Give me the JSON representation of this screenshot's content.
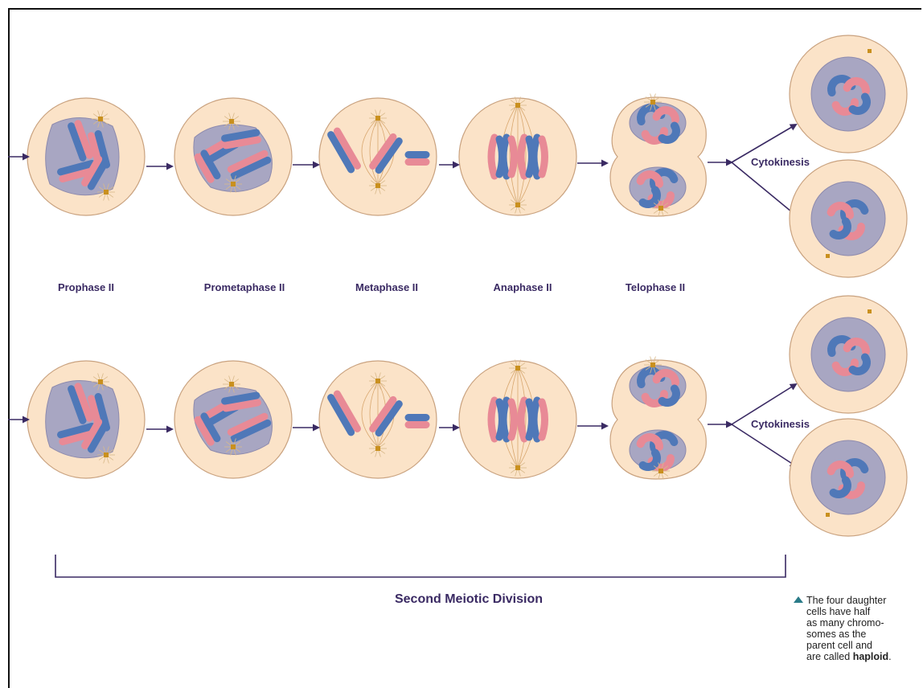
{
  "stages": [
    {
      "label": "Prophase II"
    },
    {
      "label": "Prometaphase II"
    },
    {
      "label": "Metaphase II"
    },
    {
      "label": "Anaphase II"
    },
    {
      "label": "Telophase II"
    }
  ],
  "cytokinesis_label": "Cytokinesis",
  "division_label": "Second Meiotic Division",
  "caption": {
    "lines": [
      "The four daughter",
      "cells have half",
      "as many chromo-",
      "somes as the",
      "parent cell and"
    ],
    "last_prefix": "are called ",
    "last_bold": "haploid",
    "last_suffix": "."
  },
  "colors": {
    "cell_fill": "#fbe3c8",
    "cell_stroke": "#c9a27f",
    "nucleus_fill": "#a8a6c2",
    "chromatid_blue": "#4f78b8",
    "chromatid_pink": "#e88a96",
    "arrow": "#3a2a63",
    "centriole": "#c9901e"
  }
}
